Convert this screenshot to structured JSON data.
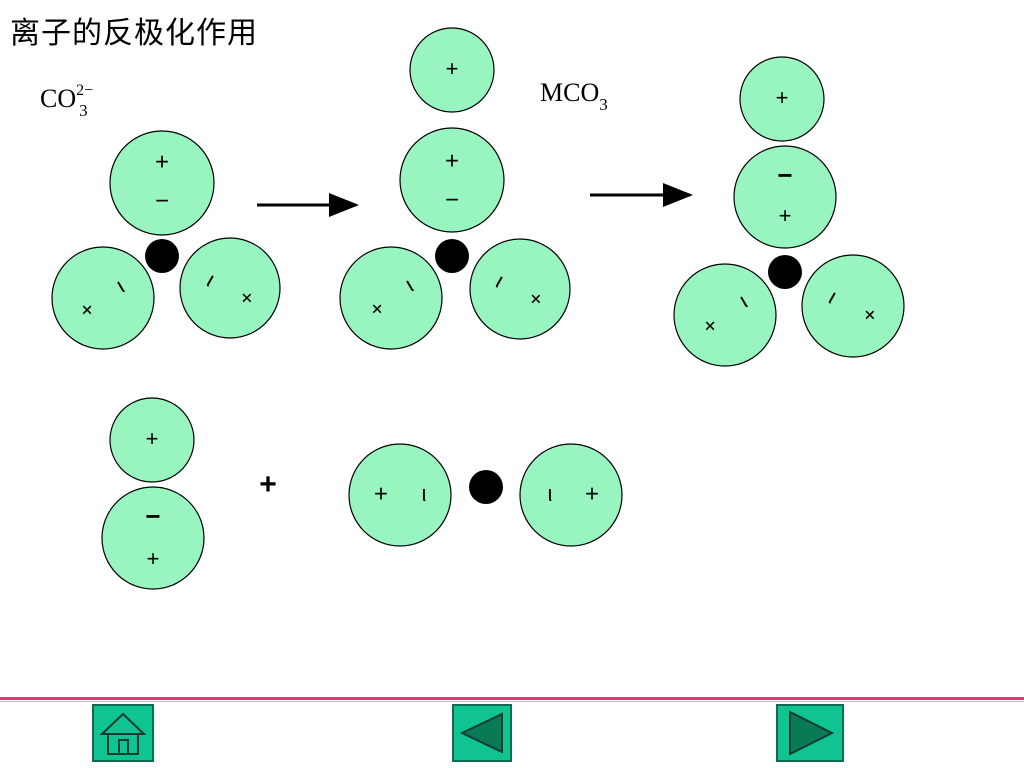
{
  "title": "离子的反极化作用",
  "formulas": {
    "co3": {
      "base": "CO",
      "sub": "3",
      "sup": "2−"
    },
    "mco3": {
      "base": "MCO",
      "sub": "3"
    }
  },
  "signs": {
    "plus": "+",
    "minus": "−",
    "partial": "ι"
  },
  "combine_sign": "+",
  "nav": {
    "home_icon": "home-icon",
    "prev_icon": "triangle-left-icon",
    "next_icon": "triangle-right-icon"
  },
  "colors": {
    "ion_fill": "#99f5bf",
    "core_fill": "#000000",
    "accent_line": "#e8336e",
    "button_fill": "#10c492"
  }
}
